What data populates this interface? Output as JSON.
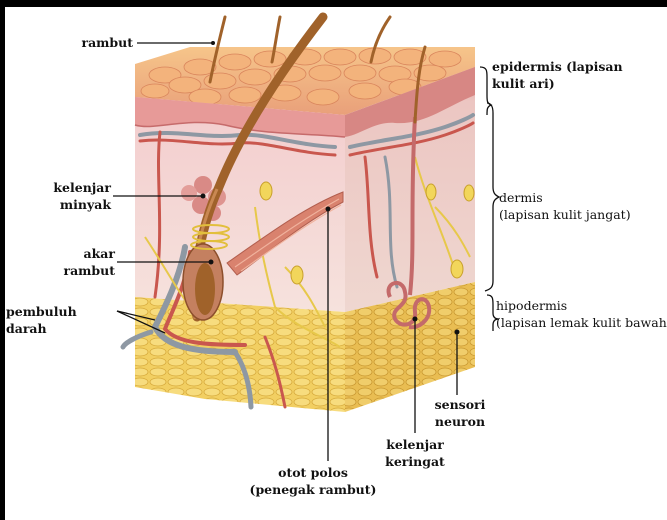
{
  "labels": {
    "rambut": "rambut",
    "kelenjar_minyak": [
      "kelenjar",
      "minyak"
    ],
    "akar_rambut": [
      "akar",
      "rambut"
    ],
    "pembuluh_darah": [
      "pembuluh",
      "darah"
    ],
    "otot_polos": [
      "otot polos",
      "(penegak rambut)"
    ],
    "kelenjar_keringat": [
      "kelenjar",
      "keringat"
    ],
    "sensori_neuron": [
      "sensori",
      "neuron"
    ],
    "epidermis": [
      "epidermis (lapisan",
      "kulit ari)"
    ],
    "dermis": [
      "dermis",
      "(lapisan kulit jangat)"
    ],
    "hipodermis": [
      "hipodermis",
      "(lapisan lemak kulit bawah"
    ]
  },
  "colors": {
    "epidermis": "#e8a79b",
    "dermis": "#f2dcd6",
    "fat": "#f0c85a",
    "hair": "#a0622a"
  }
}
